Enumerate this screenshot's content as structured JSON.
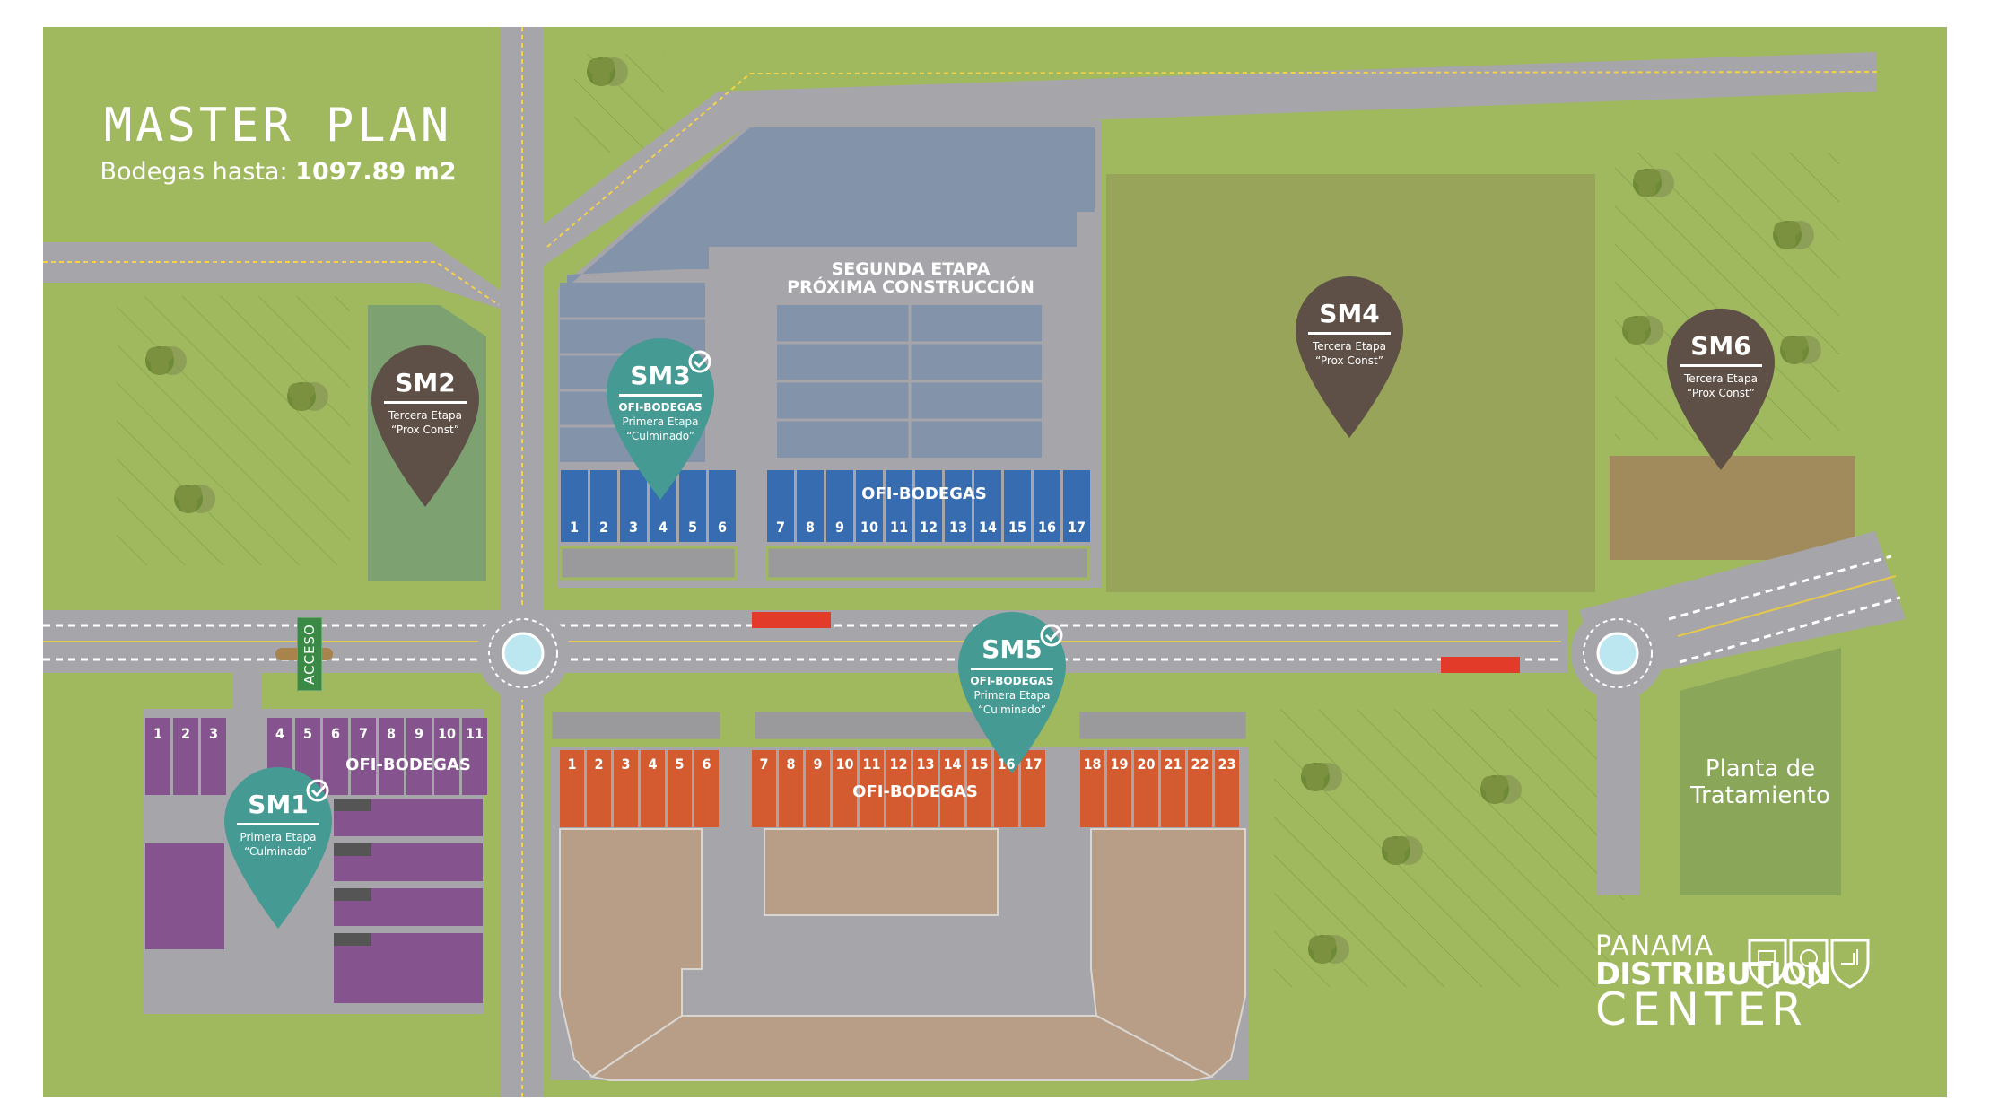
{
  "header": {
    "title": "MASTER PLAN",
    "subtitle_prefix": "Bodegas hasta:",
    "subtitle_value": "1097.89 m2"
  },
  "colors": {
    "grass": "#a0b85e",
    "road": "#a6a5aa",
    "pin_done": "#459a93",
    "pin_future": "#5e5047",
    "sm1_units": "#85548e",
    "sm3_units": "#376cb0",
    "sm5_units": "#d35b2f",
    "future_buildings": "#8393a9",
    "future_buildings_south": "#b89e86",
    "water": "#bde7f0"
  },
  "sectors": [
    {
      "code": "SM1",
      "type": "",
      "stage": "Primera Etapa",
      "status": "“Culminado”",
      "done": true
    },
    {
      "code": "SM2",
      "type": "",
      "stage": "Tercera Etapa",
      "status": "“Prox Const”",
      "done": false
    },
    {
      "code": "SM3",
      "type": "OFI-BODEGAS",
      "stage": "Primera Etapa",
      "status": "“Culminado”",
      "done": true
    },
    {
      "code": "SM4",
      "type": "",
      "stage": "Tercera Etapa",
      "status": "“Prox Const”",
      "done": false
    },
    {
      "code": "SM5",
      "type": "OFI-BODEGAS",
      "stage": "Primera Etapa",
      "status": "“Culminado”",
      "done": true
    },
    {
      "code": "SM6",
      "type": "",
      "stage": "Tercera Etapa",
      "status": "“Prox Const”",
      "done": false
    }
  ],
  "blocks": {
    "sm1": {
      "label": "OFI-BODEGAS",
      "units": [
        "1",
        "2",
        "3",
        "4",
        "5",
        "6",
        "7",
        "8",
        "9",
        "10",
        "11"
      ]
    },
    "sm3": {
      "label": "OFI-BODEGAS",
      "units": [
        "1",
        "2",
        "3",
        "4",
        "5",
        "6",
        "7",
        "8",
        "9",
        "10",
        "11",
        "12",
        "13",
        "14",
        "15",
        "16",
        "17"
      ]
    },
    "sm5": {
      "label": "OFI-BODEGAS",
      "units": [
        "1",
        "2",
        "3",
        "4",
        "5",
        "6",
        "7",
        "8",
        "9",
        "10",
        "11",
        "12",
        "13",
        "14",
        "15",
        "16",
        "17",
        "18",
        "19",
        "20",
        "21",
        "22",
        "23"
      ]
    },
    "second_stage": {
      "line1": "SEGUNDA ETAPA",
      "line2": "PRÓXIMA CONSTRUCCIÓN"
    }
  },
  "labels": {
    "acceso": "ACCESO",
    "planta_line1": "Planta de",
    "planta_line2": "Tratamiento"
  },
  "logo": {
    "line1": "PANAMA",
    "line2": "DISTRIBUTION",
    "line3": "CENTER",
    "icons": [
      "computer-icon",
      "globe-icon",
      "forklift-icon"
    ]
  }
}
